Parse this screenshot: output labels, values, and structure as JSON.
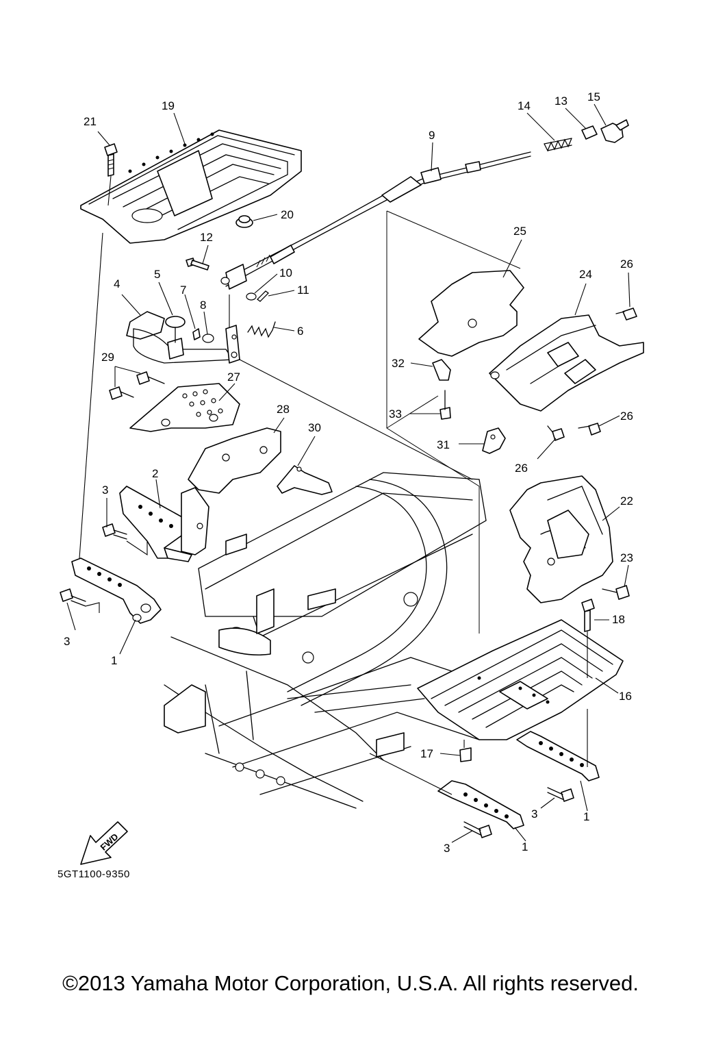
{
  "diagram": {
    "callouts": [
      {
        "id": "c21",
        "text": "21"
      },
      {
        "id": "c19",
        "text": "19"
      },
      {
        "id": "c14",
        "text": "14"
      },
      {
        "id": "c13",
        "text": "13"
      },
      {
        "id": "c15",
        "text": "15"
      },
      {
        "id": "c9",
        "text": "9"
      },
      {
        "id": "c20",
        "text": "20"
      },
      {
        "id": "c12",
        "text": "12"
      },
      {
        "id": "c25",
        "text": "25"
      },
      {
        "id": "c10",
        "text": "10"
      },
      {
        "id": "c26a",
        "text": "26"
      },
      {
        "id": "c5",
        "text": "5"
      },
      {
        "id": "c24",
        "text": "24"
      },
      {
        "id": "c4",
        "text": "4"
      },
      {
        "id": "c7",
        "text": "7"
      },
      {
        "id": "c11",
        "text": "11"
      },
      {
        "id": "c8",
        "text": "8"
      },
      {
        "id": "c6",
        "text": "6"
      },
      {
        "id": "c29",
        "text": "29"
      },
      {
        "id": "c32",
        "text": "32"
      },
      {
        "id": "c27",
        "text": "27"
      },
      {
        "id": "c28",
        "text": "28"
      },
      {
        "id": "c33",
        "text": "33"
      },
      {
        "id": "c26b",
        "text": "26"
      },
      {
        "id": "c30",
        "text": "30"
      },
      {
        "id": "c31",
        "text": "31"
      },
      {
        "id": "c26c",
        "text": "26"
      },
      {
        "id": "c2",
        "text": "2"
      },
      {
        "id": "c22",
        "text": "22"
      },
      {
        "id": "c3a",
        "text": "3"
      },
      {
        "id": "c23",
        "text": "23"
      },
      {
        "id": "c18",
        "text": "18"
      },
      {
        "id": "c3b",
        "text": "3"
      },
      {
        "id": "c1a",
        "text": "1"
      },
      {
        "id": "c16",
        "text": "16"
      },
      {
        "id": "c17",
        "text": "17"
      },
      {
        "id": "c3c",
        "text": "3"
      },
      {
        "id": "c1b",
        "text": "1"
      },
      {
        "id": "c3d",
        "text": "3"
      },
      {
        "id": "c1c",
        "text": "1"
      }
    ],
    "fwd_label": "FWD",
    "diagram_code": "5GT1100-9350"
  },
  "footer": {
    "copyright": "©2013 Yamaha Motor Corporation, U.S.A. All rights reserved."
  }
}
